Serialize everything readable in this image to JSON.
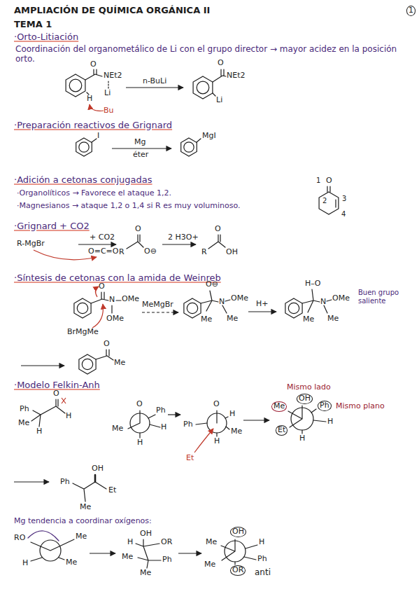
{
  "diagram": {
    "title": "AMPLIACIÓN DE QUÍMICA ORGÁNICA II",
    "labels": [
      "TEMA 1",
      "1",
      "·Orto-Litiación",
      "Coordinación del organometálico de Li con el grupo director → mayor acidez en la posición orto.",
      "O",
      "NEt2",
      "Li",
      "H",
      "Bu",
      "n-BuLi",
      "O",
      "NEt2",
      "Li",
      "·Preparación reactivos de Grignard",
      "I",
      "Mg",
      "éter",
      "MgI",
      "·Adición a cetonas conjugadas",
      "·Organolíticos → Favorece el ataque 1,2.",
      "·Magnesianos → ataque 1,2 o 1,4 si R es muy voluminoso.",
      "1",
      "O",
      "2",
      "3",
      "4",
      "·Grignard + CO2",
      "R-MgBr",
      "+ CO2",
      "O=C=O",
      "O",
      "R",
      "O⊖",
      "2 H3O+",
      "O",
      "R",
      "OH",
      "·Síntesis de cetonas con la amida de Weinreb",
      "O",
      "N",
      "OMe",
      "OMe",
      "BrMgMe",
      "MeMgBr",
      "O⊖",
      "N",
      "OMe",
      "Me",
      "Me",
      "H+",
      "H–O",
      "N",
      "OMe",
      "Me",
      "Me",
      "Buen grupo saliente",
      "O",
      "Me",
      "·Modelo Felkin-Anh",
      "Mismo lado",
      "Ph",
      "O",
      "H",
      "Me",
      "H",
      "O",
      "Ph",
      "Me",
      "H",
      "H",
      "O",
      "H",
      "Ph",
      "Me",
      "H",
      "Et",
      "OH",
      "Me",
      "Ph",
      "Mismo plano",
      "Et",
      "H",
      "H",
      "OH",
      "Ph",
      "Et",
      "Me",
      "Mg tendencia a coordinar oxígenos:",
      "RO",
      "Me",
      "H",
      "Me",
      "H",
      "OH",
      "OR",
      "Me",
      "Ph",
      "Me",
      "OH",
      "Me",
      "H",
      "Me",
      "Ph",
      "OR",
      "anti"
    ]
  }
}
